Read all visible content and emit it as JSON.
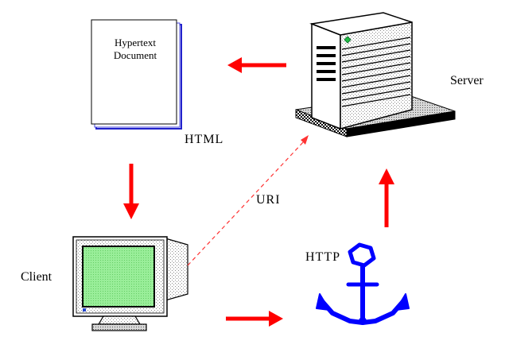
{
  "diagram": {
    "nodes": {
      "server": {
        "label": "Server"
      },
      "document": {
        "title_line1": "Hypertext",
        "title_line2": "Document"
      },
      "client": {
        "label": "Client"
      },
      "anchor": {
        "label": "HTTP"
      }
    },
    "edges": {
      "server_to_document": {
        "label": ""
      },
      "document_to_client": {
        "label": "HTML"
      },
      "client_to_server": {
        "label": "URI"
      },
      "client_to_anchor": {
        "label": ""
      },
      "anchor_to_server": {
        "label": ""
      }
    },
    "colors": {
      "arrow": "#ff0000",
      "anchor": "#0000ff",
      "screen": "#99ee99",
      "document_shadow": "#2222cc"
    },
    "icons": {
      "server": "server-tower-icon",
      "document": "document-icon",
      "client": "crt-monitor-icon",
      "anchor": "anchor-icon"
    }
  }
}
